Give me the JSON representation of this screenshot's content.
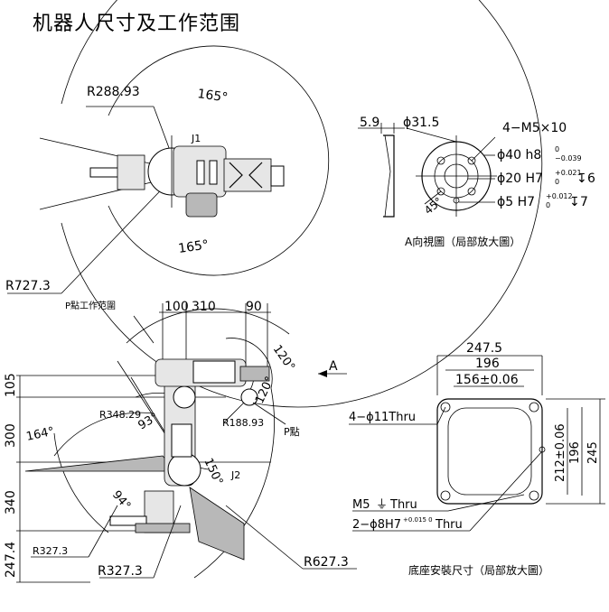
{
  "title": "机器人尺寸及工作范围",
  "top_view": {
    "r1": "R288.93",
    "r2": "R727.3",
    "angle_top": "165°",
    "angle_bottom": "165°",
    "joint1": "J1"
  },
  "flange_view": {
    "dim_thickness": "5.9",
    "dim_diameter": "ϕ31.5",
    "screws": "4−M5×10",
    "d40": "ϕ40 h8",
    "d40_tol_up": "0",
    "d40_tol_low": "−0.039",
    "d20": "ϕ20 H7",
    "d20_tol_up": "+0.021",
    "d20_tol_low": "0",
    "d20_depth": "6",
    "d5": "ϕ5 H7",
    "d5_tol_up": "+0.012",
    "d5_tol_low": "0",
    "d5_depth": "7",
    "angle": "45°",
    "caption": "A向視圖（局部放大圖）"
  },
  "side_view": {
    "p_range_label": "P點工作范圍",
    "top_dim_a": "100",
    "top_dim_b": "310",
    "top_dim_c": "90",
    "h1": "105",
    "h2": "300",
    "h3": "340",
    "h4": "247.4",
    "angle_120a": "120°",
    "angle_120b": "120°",
    "angle_164": "164°",
    "angle_93": "93°",
    "angle_150": "150°",
    "angle_94": "94°",
    "r_348": "R348.29",
    "r_188": "R188.93",
    "p_point": "P點",
    "j2": "J2",
    "r_327_small": "R327.3",
    "r_327": "R327.3",
    "r_627": "R627.3",
    "arrow_a": "A"
  },
  "base_view": {
    "w1": "247.5",
    "w2": "196",
    "w3": "156±0.06",
    "holes": "4−ϕ11Thru",
    "v1": "212±0.06",
    "v2": "196",
    "v3": "245",
    "m5": "M5",
    "m5_thru": "Thru",
    "pins": "2−ϕ8H7",
    "pins_tol": "+0.015 0",
    "pins_thru": "Thru",
    "caption": "底座安裝尺寸（局部放大圖）"
  }
}
